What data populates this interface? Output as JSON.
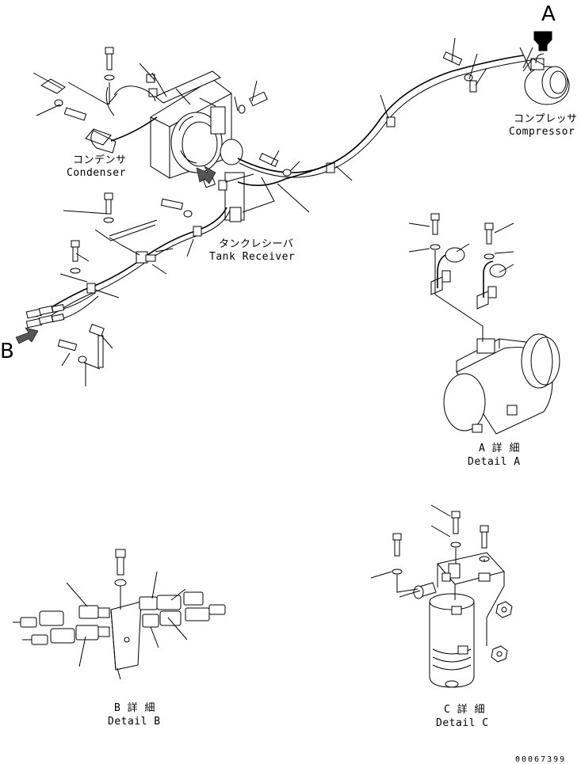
{
  "labels": {
    "condenser_jp": "コンデンサ",
    "condenser_en": "Condenser",
    "compressor_jp": "コンプレッサ",
    "compressor_en": "Compressor",
    "tank_receiver_jp": "タンクレシーバ",
    "tank_receiver_en": "Tank Receiver",
    "view_a": "A",
    "view_b": "B",
    "detail_a_jp": "A 詳 細",
    "detail_a_en": "Detail A",
    "detail_b_jp": "B 詳 細",
    "detail_b_en": "Detail B",
    "detail_c_jp": "C 詳 細",
    "detail_c_en": "Detail C"
  },
  "drawing_number": "00067399"
}
